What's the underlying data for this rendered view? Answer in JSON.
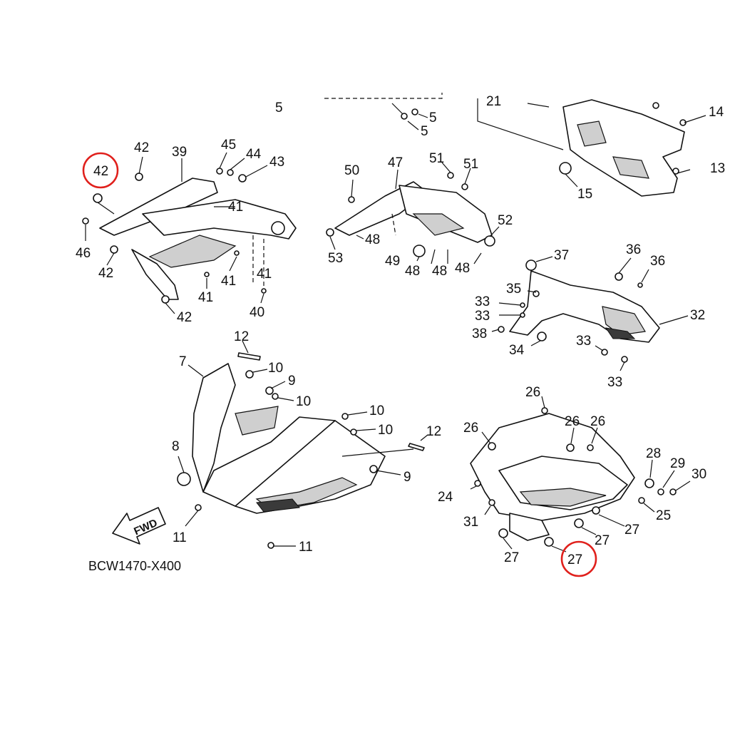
{
  "diagram": {
    "code": "BCW1470-X400",
    "direction_label": "FWD",
    "highlighted": [
      "42",
      "27"
    ],
    "callouts": [
      "5",
      "5",
      "5",
      "21",
      "14",
      "13",
      "15",
      "42",
      "39",
      "45",
      "44",
      "43",
      "41",
      "41",
      "46",
      "42",
      "41",
      "41",
      "40",
      "42",
      "42",
      "50",
      "47",
      "51",
      "51",
      "52",
      "53",
      "48",
      "49",
      "48",
      "48",
      "48",
      "37",
      "36",
      "36",
      "35",
      "33",
      "33",
      "38",
      "34",
      "32",
      "33",
      "33",
      "12",
      "7",
      "10",
      "9",
      "10",
      "10",
      "10",
      "12",
      "8",
      "9",
      "11",
      "11",
      "26",
      "26",
      "26",
      "26",
      "28",
      "29",
      "30",
      "24",
      "31",
      "25",
      "27",
      "27",
      "27",
      "27"
    ]
  }
}
